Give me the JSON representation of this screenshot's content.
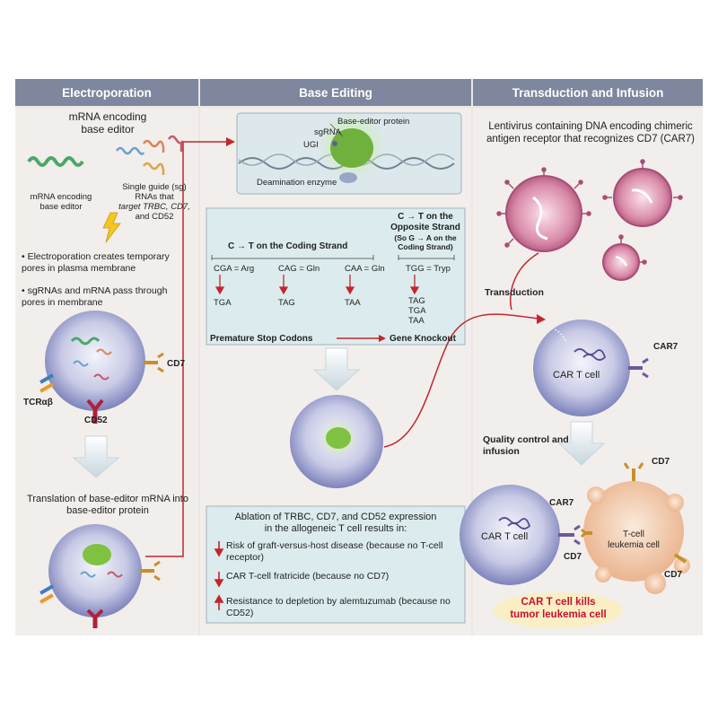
{
  "headers": {
    "electroporation": "Electroporation",
    "base_editing": "Base Editing",
    "transduction": "Transduction and Infusion"
  },
  "electroporation": {
    "mrna_title": "mRNA encoding base editor",
    "mrna_label": "mRNA encoding base editor",
    "sgrna_label_1": "Single guide (sg)",
    "sgrna_label_2": "RNAs that",
    "sgrna_label_3": "target TRBC, CD7,",
    "sgrna_label_4": "and CD52",
    "bullet_1": "Electroporation creates temporary pores in plasma membrane",
    "bullet_2": "sgRNAs and mRNA pass through pores in membrane",
    "cd7": "CD7",
    "tcr": "TCRαβ",
    "cd52": "CD52",
    "translation": "Translation of base-editor mRNA into base-editor protein"
  },
  "base_editing": {
    "protein": "Base-editor protein",
    "sgrna": "sgRNA",
    "ugi": "UGI",
    "deamination": "Deamination enzyme",
    "coding_title": "C → T on the Coding Strand",
    "opposite_title_1": "C → T on the",
    "opposite_title_2": "Opposite Strand",
    "opposite_sub": "(So G → A on the Coding Strand)",
    "codons": [
      {
        "from": "CGA = Arg",
        "to": "TGA"
      },
      {
        "from": "CAG = Gln",
        "to": "TAG"
      },
      {
        "from": "CAA = Gln",
        "to": "TAA"
      }
    ],
    "opposite_from": "TGG = Tryp",
    "opposite_to": [
      "TAG",
      "TGA",
      "TAA"
    ],
    "premature": "Premature Stop Codons",
    "knockout": "Gene Knockout",
    "ablation_title_1": "Ablation of TRBC, CD7, and CD52 expression",
    "ablation_title_2": "in the allogeneic T cell results in:",
    "results": [
      {
        "dir": "down",
        "text": "Risk of graft-versus-host disease (because no T-cell receptor)"
      },
      {
        "dir": "down",
        "text": "CAR T-cell fratricide (because no CD7)"
      },
      {
        "dir": "up",
        "text": "Resistance to depletion by alemtuzumab (because no CD52)"
      }
    ]
  },
  "transduction": {
    "lentivirus": "Lentivirus containing DNA encoding chimeric antigen receptor that recognizes CD7 (CAR7)",
    "transduction": "Transduction",
    "car_t_cell": "CAR T cell",
    "car7": "CAR7",
    "quality": "Quality control and infusion",
    "cd7": "CD7",
    "car7_b": "CAR7",
    "car_t_cell_b": "CAR T cell",
    "cd7_b": "CD7",
    "leukemia_1": "T-cell",
    "leukemia_2": "leukemia cell",
    "cd7_c": "CD7",
    "kills_1": "CAR T cell kills",
    "kills_2": "tumor leukemia cell"
  },
  "colors": {
    "header": "#7e879d",
    "panel": "#f2eeeb",
    "cell": "#8c92c6",
    "arrow_red": "#c0272d",
    "editor_green": "#7fc241",
    "leukemia": "#f3c9a8",
    "callout_red": "#c8102e"
  }
}
